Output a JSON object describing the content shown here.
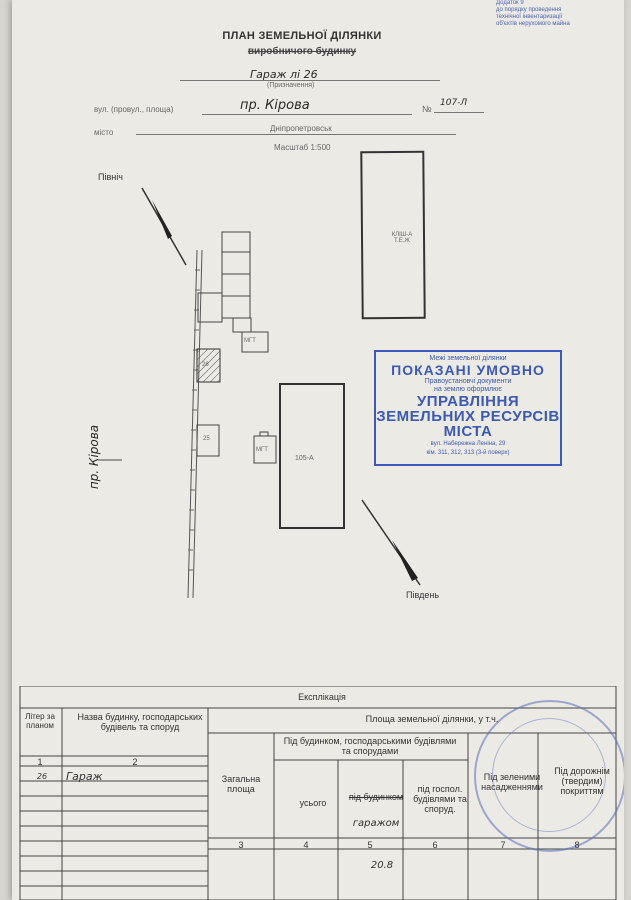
{
  "header": {
    "corner_lines": [
      "Додаток 9",
      "до порядку проведення",
      "технічної інвентаризації",
      "об'єктів нерухомого майна"
    ],
    "title": "ПЛАН ЗЕМЕЛЬНОЇ ДІЛЯНКИ",
    "subtitle": "виробничого будинку",
    "purpose_value": "Гараж  лі 26",
    "purpose_caption": "(Призначення)",
    "street_label": "вул. (провул., площа)",
    "street_value": "пр. Кірова",
    "number_label": "№",
    "number_value": "107-Л",
    "city_label": "місто",
    "city_value": "Дніпропетровськ",
    "scale": "Масштаб 1:500"
  },
  "map": {
    "north_label": "Північ",
    "south_label": "Південь",
    "street_side": "пр. Кірова",
    "building_top": "КЛІШ-А\nТ.Е.Ж",
    "building_mid": "105-А",
    "small_a": "МГТ",
    "small_b": "МГТ",
    "small_c": "26",
    "small_d": "25"
  },
  "stamp": {
    "line1": "Межі земельної ділянки",
    "line2": "ПОКАЗАНІ УМОВНО",
    "line3": "Правоустановчі документи",
    "line4": "на землю оформлює",
    "line5": "УПРАВЛІННЯ",
    "line6": "ЗЕМЕЛЬНИХ РЕСУРСІВ",
    "line7": "МІСТА",
    "line8": "вул. Набережна Леніна, 29",
    "line9": "кім. 311, 312, 313 (3-й поверх)"
  },
  "table": {
    "title": "Експлікація",
    "col_letter": "Літер за планом",
    "col_name": "Назва будинку, господарських будівель та споруд",
    "col_area": "Площа земельної ділянки, у т.ч.",
    "col_under": "Під будинком, господарськими будівлями та спорудами",
    "col_total": "Загальна площа",
    "col_all": "усього",
    "col_building": "під будинком",
    "col_building_hand": "гаражом",
    "col_household": "під госпол. будівлями та споруд.",
    "col_green": "Під зеленими насадженнями",
    "col_roads": "Під дорожнім (твердим) покриттям",
    "nums_top": [
      "1",
      "2"
    ],
    "nums": [
      "3",
      "4",
      "5",
      "6",
      "7",
      "8"
    ],
    "row_letter": "26",
    "row_name": "Гараж",
    "row_area": "20.8"
  }
}
